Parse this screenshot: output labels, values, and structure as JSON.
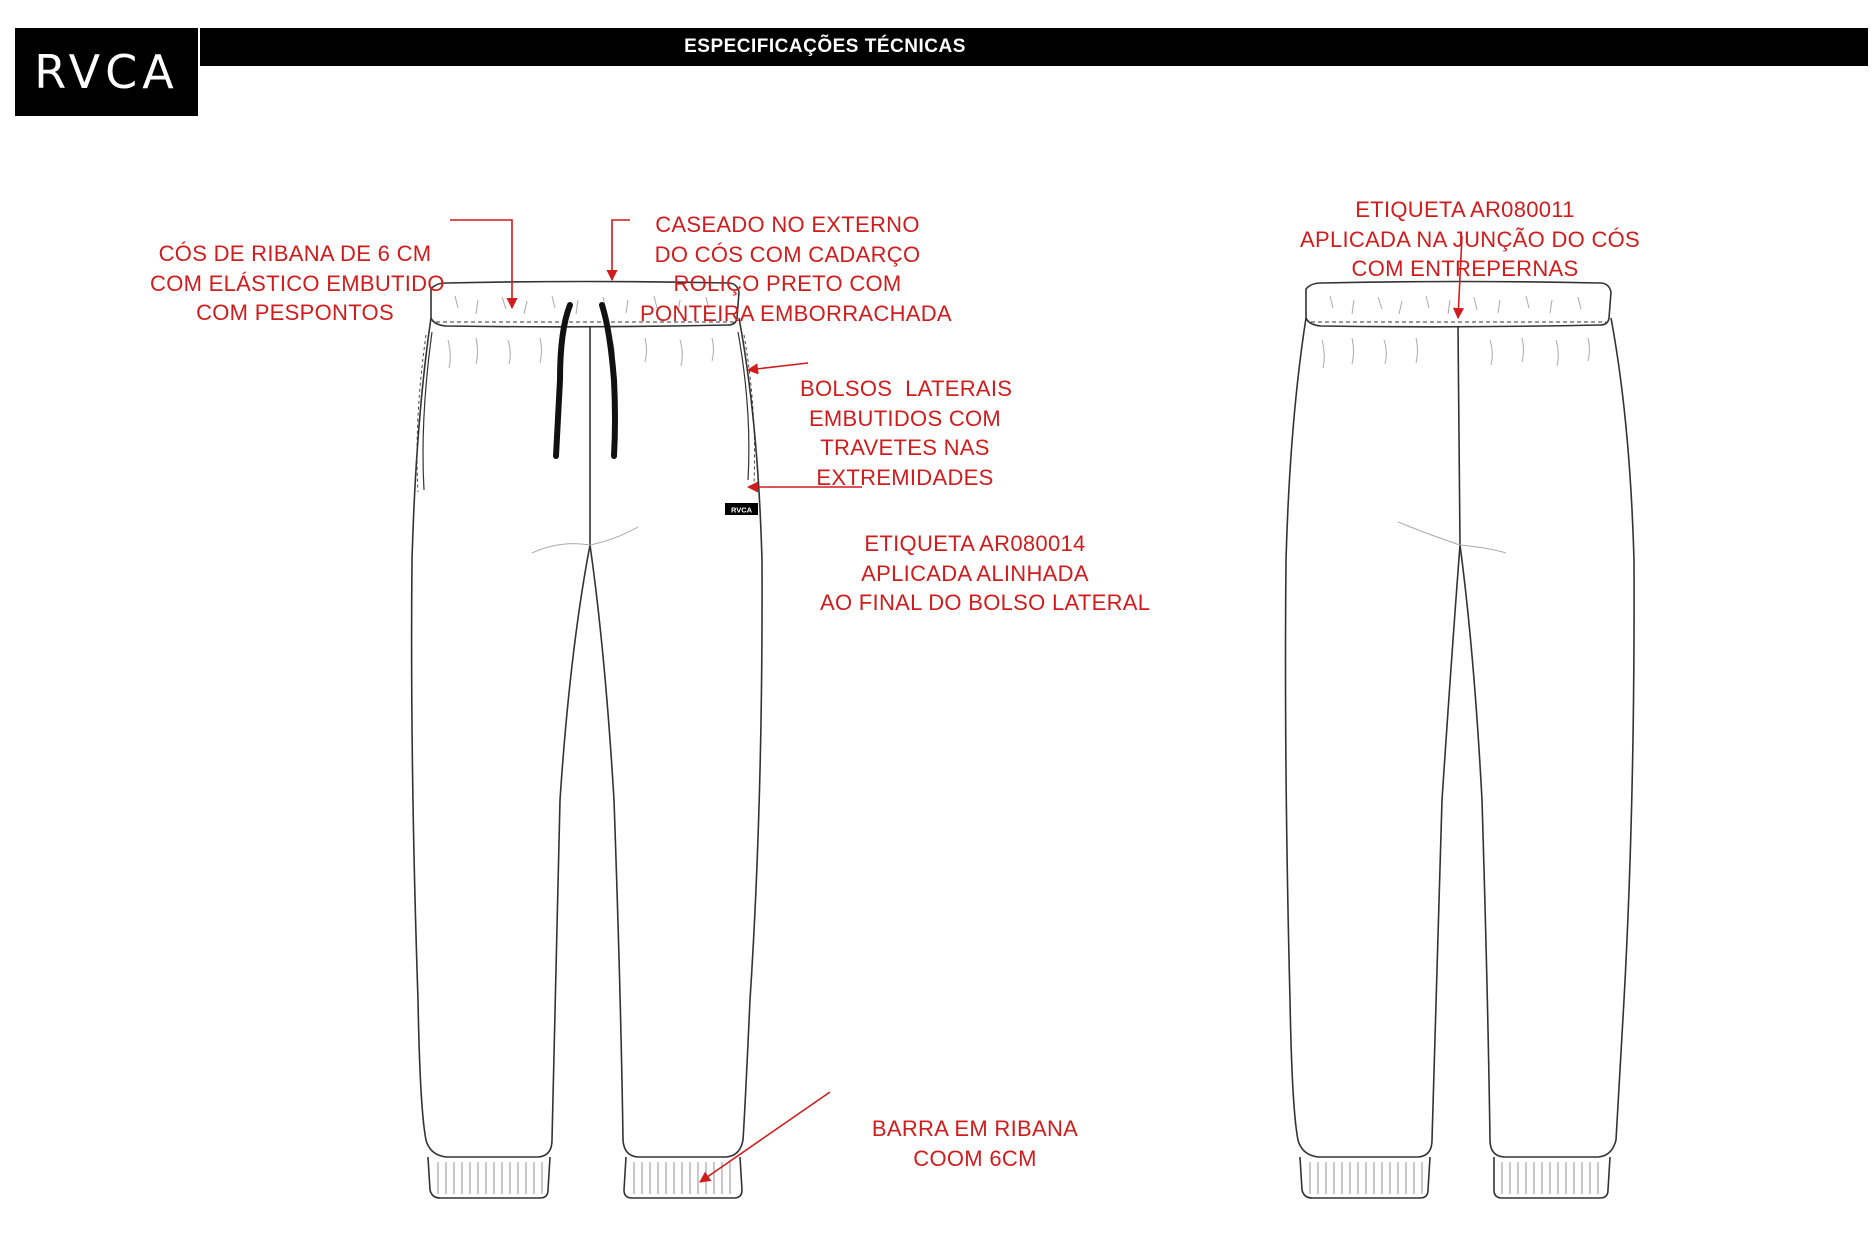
{
  "brand": {
    "logo_text": "RVCA"
  },
  "header": {
    "title": "ESPECIFICAÇÕES TÉCNICAS"
  },
  "colors": {
    "annotation": "#d01c1c",
    "header_bg": "#000000",
    "outline": "#333333"
  },
  "annotations": {
    "waistband": [
      "CÓS DE RIBANA DE 6 CM",
      "COM ELÁSTICO EMBUTIDO",
      "COM PESPONTOS"
    ],
    "buttonhole": [
      "CASEADO NO EXTERNO",
      "DO CÓS COM CADARÇO",
      "ROLIÇO PRETO COM",
      "PONTEIRA EMBORRACHADA"
    ],
    "pockets": [
      "BOLSOS  LATERAIS",
      "EMBUTIDOS COM",
      "TRAVETES NAS",
      "EXTREMIDADES"
    ],
    "front_label": [
      "ETIQUETA AR080014",
      "APLICADA ALINHADA",
      "AO FINAL DO BOLSO LATERAL"
    ],
    "hem": [
      "BARRA EM RIBANA",
      "COOM 6CM"
    ],
    "back_label": [
      "ETIQUETA AR080011",
      "APLICADA NA JUNÇÃO DO CÓS",
      "COM ENTREPERNAS"
    ]
  },
  "garment_label_text": "RVCA",
  "views": [
    "front-view",
    "back-view"
  ]
}
